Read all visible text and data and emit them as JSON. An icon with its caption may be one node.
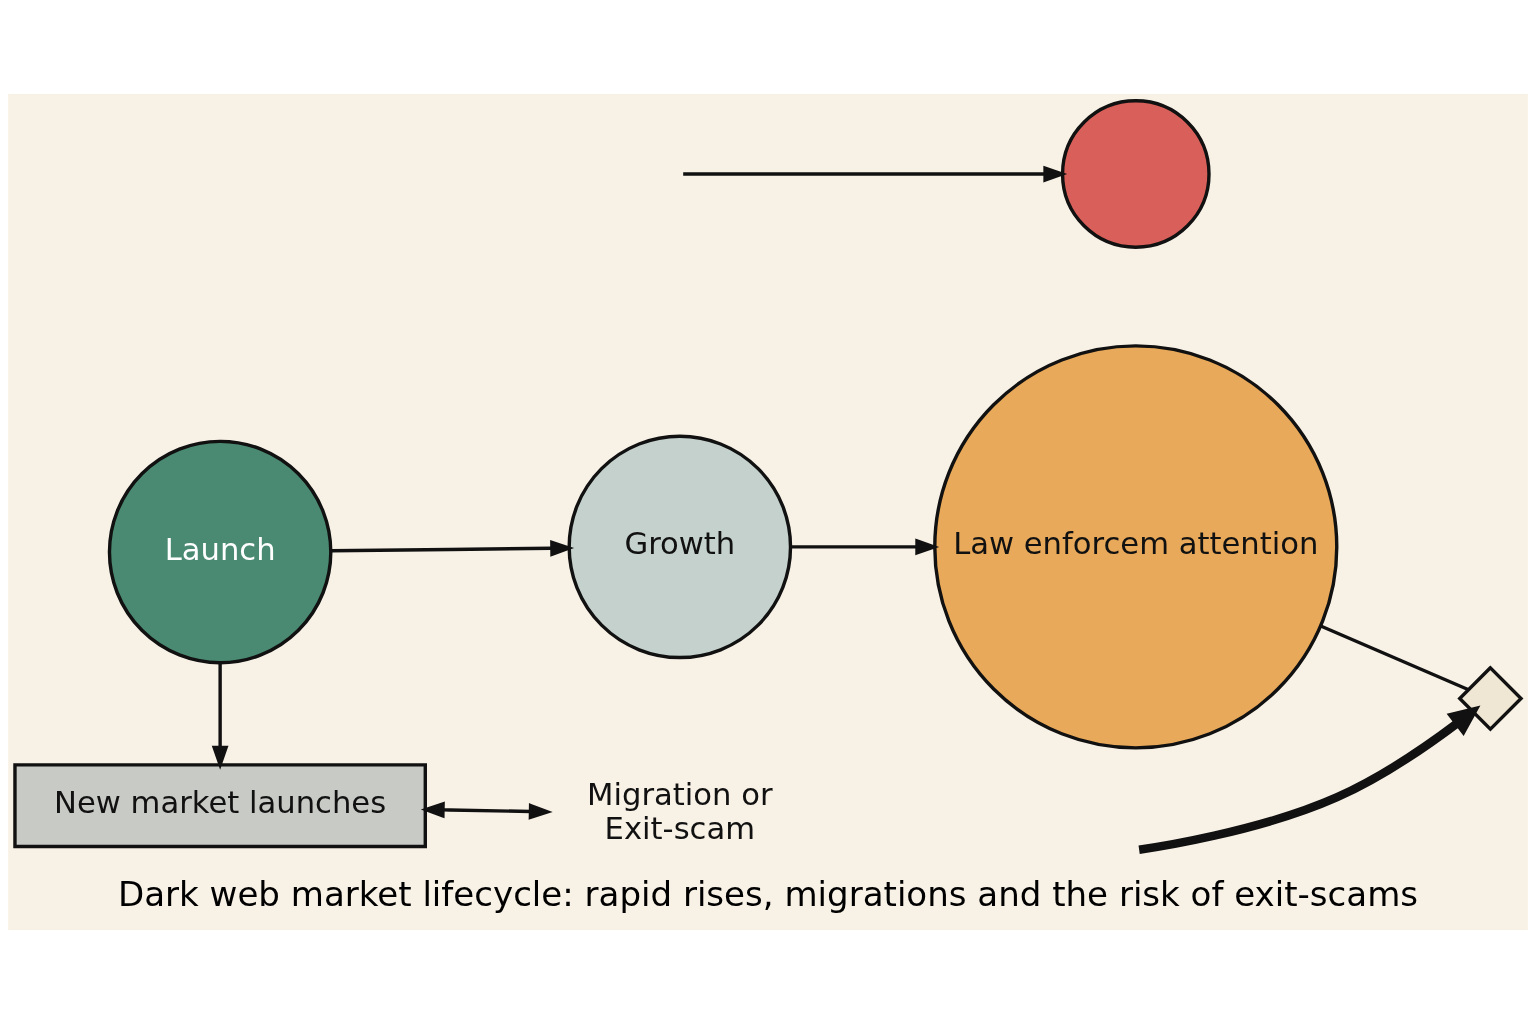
{
  "diagram": {
    "caption": "Dark web market lifecycle: rapid rises, migrations and the risk of exit-scams",
    "nodes": [
      {
        "text": [
          "Launch"
        ]
      },
      {
        "text": [
          "Growth"
        ]
      },
      {
        "text": [
          "Law enforcem attention"
        ]
      },
      {
        "text": [],
        "shape": "circle"
      },
      {
        "text": [
          "New market launches"
        ]
      },
      {
        "text": [
          "Migration or",
          "Exit-scam"
        ]
      },
      {
        "text": [],
        "shape": "diamond"
      }
    ],
    "edges": [
      {
        "from": 0,
        "to": 1,
        "arrow": "to"
      },
      {
        "from": 1,
        "to": 2,
        "arrow": "to"
      },
      {
        "from": 0,
        "to": 4,
        "arrow": "to"
      },
      {
        "from": 4,
        "to": 5,
        "arrow": "both"
      },
      {
        "from": 2,
        "to": 6,
        "arrow": "none"
      },
      {
        "from": null,
        "to": 6,
        "arrow": "to",
        "style": "thick"
      },
      {
        "from": null,
        "to": 3,
        "arrow": "to"
      }
    ]
  }
}
